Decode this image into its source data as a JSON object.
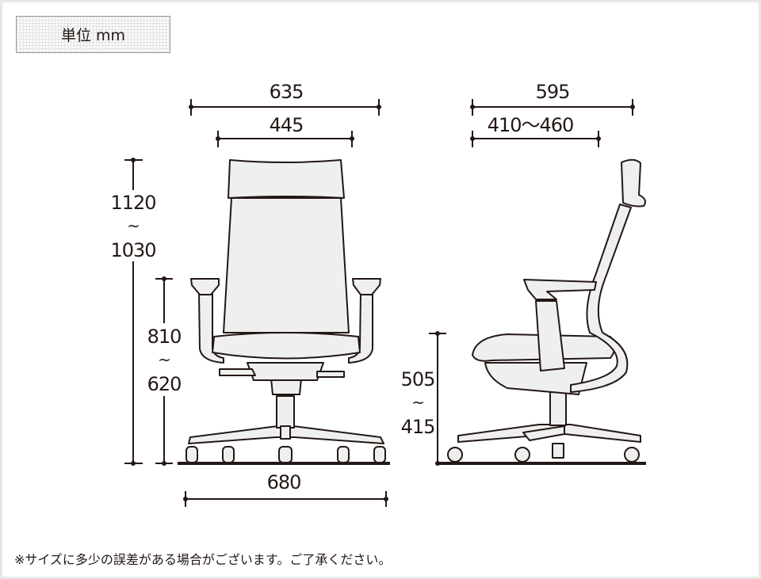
{
  "unit_label": "単位 mm",
  "front_view": {
    "overall_width": "635",
    "seat_width": "445",
    "base_width": "680",
    "overall_height_max": "1120",
    "overall_height_min": "1030",
    "armrest_height_max": "810",
    "armrest_height_min": "620",
    "range_separator": "~"
  },
  "side_view": {
    "overall_depth": "595",
    "seat_depth": "410〜460",
    "seat_height_max": "505",
    "seat_height_min": "415",
    "range_separator": "~"
  },
  "footnote": "※サイズに多少の誤差がある場合がございます。ご了承ください。",
  "colors": {
    "line": "#231815",
    "chair_fill": "#efefef",
    "background": "#ffffff",
    "frame": "#e8e8e8"
  }
}
